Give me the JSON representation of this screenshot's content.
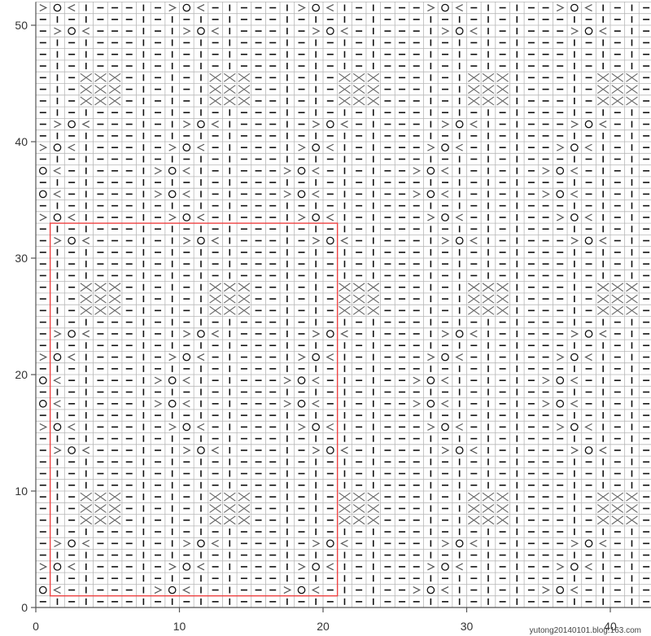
{
  "chart_data": {
    "type": "knitting-chart",
    "columns": 43,
    "rows": 52,
    "x_ticks": [
      {
        "value": 0,
        "label": "0"
      },
      {
        "value": 10,
        "label": "10"
      },
      {
        "value": 20,
        "label": "20"
      },
      {
        "value": 30,
        "label": "30"
      },
      {
        "value": 40,
        "label": "40"
      }
    ],
    "y_ticks": [
      {
        "value": 0,
        "label": "0"
      },
      {
        "value": 10,
        "label": "10"
      },
      {
        "value": 20,
        "label": "20"
      },
      {
        "value": 30,
        "label": "30"
      },
      {
        "value": 40,
        "label": "40"
      },
      {
        "value": 50,
        "label": "50"
      }
    ],
    "pattern_repeat_box": {
      "x_start": 1,
      "x_end": 21,
      "y_start": 1,
      "y_end": 33
    },
    "symbols": {
      "purl": "—",
      "knit": "|",
      "yarn_over": "O",
      "decrease_left": ">",
      "decrease_right": "<",
      "cable_cross": "X"
    },
    "colors": {
      "grid": "#b8b8b8",
      "symbol": "#111111",
      "repeat_box": "#ee4444",
      "axis": "#555555"
    },
    "watermark": "yutong20140101.blog.163.com"
  }
}
